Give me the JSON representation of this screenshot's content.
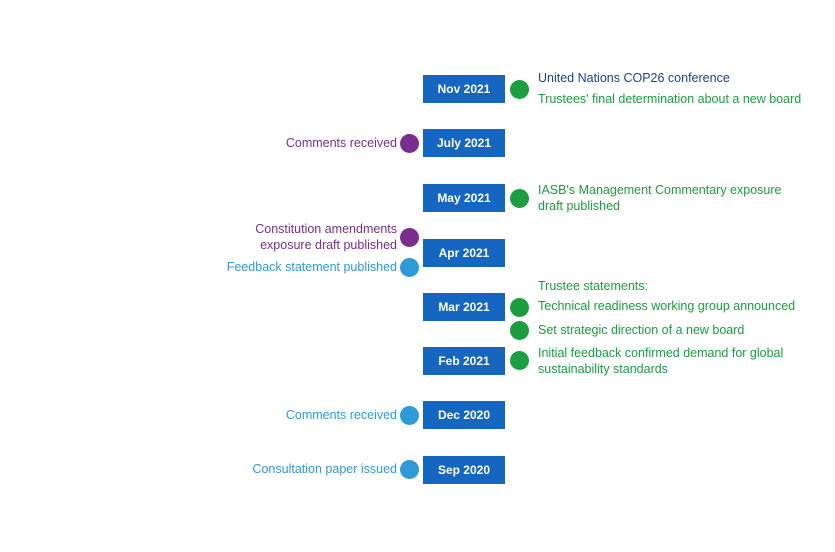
{
  "colors": {
    "date_box": "#1566c0",
    "navy": "#1f3f8f",
    "green": "#1a9e3f",
    "purple": "#7a2e8e",
    "blue": "#2f9ad8"
  },
  "dates": {
    "nov_2021": "Nov 2021",
    "jul_2021": "July 2021",
    "may_2021": "May 2021",
    "apr_2021": "Apr 2021",
    "mar_2021": "Mar 2021",
    "feb_2021": "Feb 2021",
    "dec_2020": "Dec 2020",
    "sep_2020": "Sep 2020"
  },
  "events": {
    "cop26": "United Nations COP26 conference",
    "trustees_final": "Trustees' final determination about a new board",
    "comments_jul": "Comments received",
    "iasb_line1": "IASB's Management Commentary exposure",
    "iasb_line2": "draft published",
    "constitution_line1": "Constitution amendments",
    "constitution_line2": "exposure draft published",
    "feedback_statement": "Feedback statement published",
    "trustee_statements": "Trustee statements:",
    "technical_readiness": "Technical readiness working group announced",
    "strategic_direction": "Set strategic direction of a new board",
    "initial_feedback_line1": "Initial feedback confirmed demand for global",
    "initial_feedback_line2": "sustainability standards",
    "comments_dec": "Comments received",
    "consultation_paper": "Consultation paper issued"
  }
}
